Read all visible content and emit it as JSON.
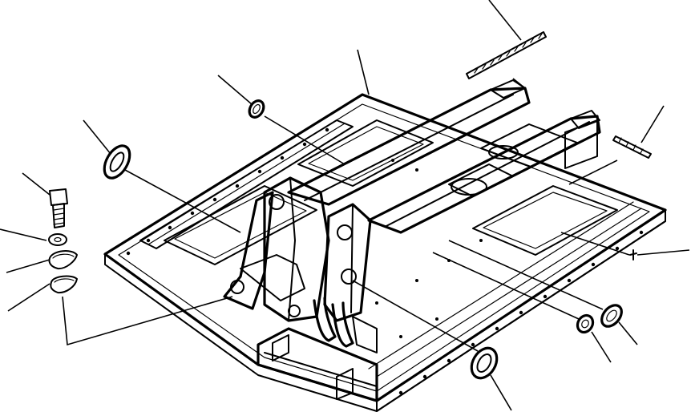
{
  "diagram": {
    "type": "exploded-parts-drawing",
    "colors": {
      "ink": "#000000",
      "paper": "#ffffff"
    },
    "parts": [
      {
        "id": "bolt",
        "icon": "bolt-icon"
      },
      {
        "id": "washer-small",
        "icon": "washer-icon"
      },
      {
        "id": "shim-plate-1",
        "icon": "shim-icon"
      },
      {
        "id": "shim-plate-2",
        "icon": "shim-icon"
      },
      {
        "id": "seal-ring-left",
        "icon": "ring-icon"
      },
      {
        "id": "seal-ring-top",
        "icon": "ring-icon"
      },
      {
        "id": "seal-ring-bottom",
        "icon": "ring-icon"
      },
      {
        "id": "seal-ring-right-small",
        "icon": "ring-icon"
      },
      {
        "id": "seal-ring-right-large",
        "icon": "ring-icon"
      },
      {
        "id": "threaded-rod-long",
        "icon": "rod-icon"
      },
      {
        "id": "threaded-rod-short",
        "icon": "rod-icon"
      },
      {
        "id": "pin-small",
        "icon": "pin-icon"
      },
      {
        "id": "main-frame",
        "icon": "frame-icon"
      }
    ],
    "callouts": 14
  }
}
